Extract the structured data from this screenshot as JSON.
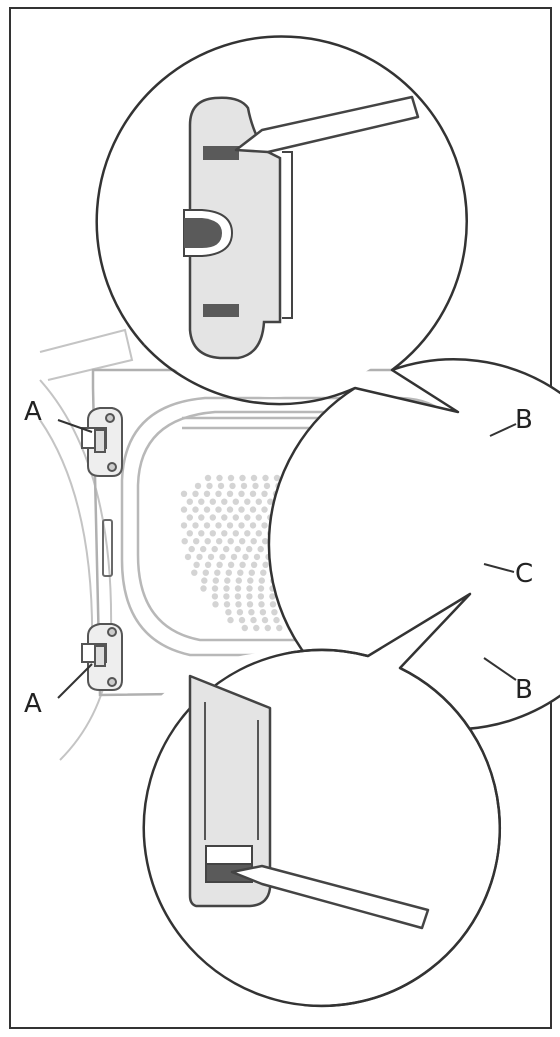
{
  "figure": {
    "labels": {
      "hinge_top_left": "A",
      "hinge_bottom_left": "A",
      "hinge_top_right": "B",
      "hinge_bottom_right": "B",
      "latch_right": "C"
    },
    "colors": {
      "line": "#444444",
      "light_line": "#b5b5b5",
      "panel_fill": "#e6e6e6",
      "slot_fill": "#5a5a5a",
      "border": "#333333"
    }
  }
}
